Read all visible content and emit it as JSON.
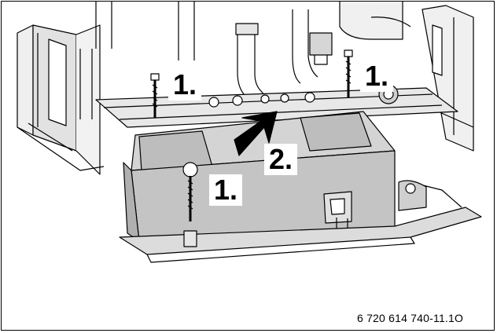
{
  "figure": {
    "code": "6 720 614 740-11.1O"
  },
  "labels": {
    "screw_upper_left": "1.",
    "screw_upper_right": "1.",
    "lift_direction": "2.",
    "screw_front": "1."
  },
  "colors": {
    "stroke": "#000000",
    "housing": "#c8c8c8",
    "frame": "#ebebeb",
    "background": "#ffffff"
  },
  "icons": {
    "arrow": "arrow-up-right-icon",
    "screw": "screw-icon"
  }
}
